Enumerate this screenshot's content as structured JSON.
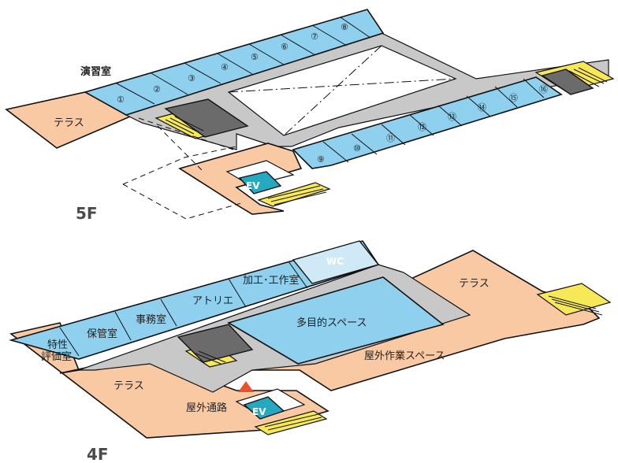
{
  "floor5": {
    "label": "5F",
    "room_group_label": "演習室",
    "terrace_label": "テラス",
    "ev_label": "EV",
    "rooms_upper": [
      "①",
      "②",
      "③",
      "④",
      "⑤",
      "⑥",
      "⑦",
      "⑧"
    ],
    "rooms_lower": [
      "⑨",
      "⑩",
      "⑪",
      "⑫",
      "⑬",
      "⑭",
      "⑮",
      "⑯"
    ]
  },
  "floor4": {
    "label": "4F",
    "rooms": {
      "eval": [
        "特性",
        "評価室"
      ],
      "storage": "保管室",
      "office": "事務室",
      "atelier": "アトリエ",
      "workshop": "加工･工作室",
      "wc": "WC"
    },
    "multipurpose": "多目的スペース",
    "outdoor_work": "屋外作業スペース",
    "terrace_left": "テラス",
    "terrace_right": "テラス",
    "outdoor_passage": "屋外通路",
    "ev_label": "EV"
  },
  "colors": {
    "room": "#8fd0ee",
    "terrace": "#f9c9a3",
    "corridor": "#c8c8c8",
    "stairs": "#f6e857",
    "elevator": "#26a9c0",
    "marker": "#e8542a"
  }
}
